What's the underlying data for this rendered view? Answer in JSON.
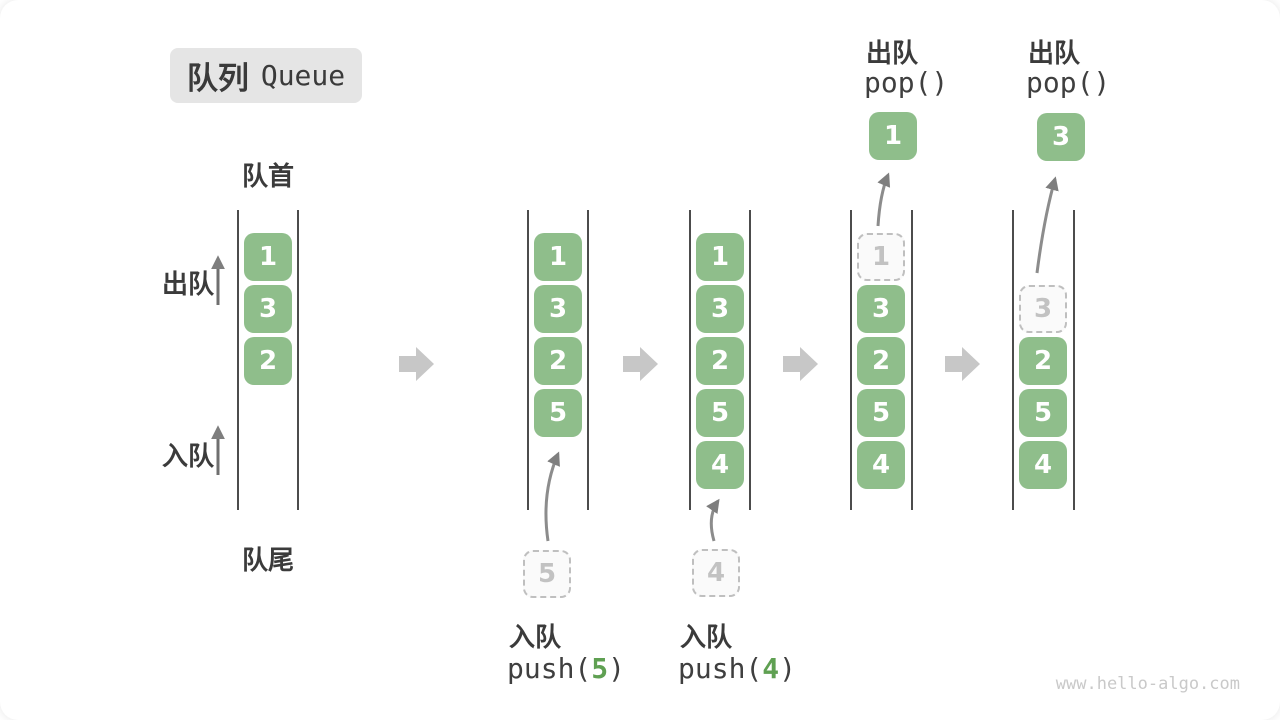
{
  "title": {
    "zh": "队列",
    "en": "Queue"
  },
  "labels": {
    "front": "队首",
    "rear": "队尾",
    "dequeue": "出队",
    "enqueue": "入队"
  },
  "columns": [
    {
      "boxes": [
        "1",
        "3",
        "2"
      ]
    },
    {
      "boxes": [
        "1",
        "3",
        "2",
        "5"
      ],
      "incoming": "5"
    },
    {
      "boxes": [
        "1",
        "3",
        "2",
        "5",
        "4"
      ],
      "incoming": "4"
    },
    {
      "boxes": [
        "3",
        "2",
        "5",
        "4"
      ],
      "ghost": "1",
      "popped": "1"
    },
    {
      "boxes": [
        "2",
        "5",
        "4"
      ],
      "ghost": "3",
      "popped": "3"
    }
  ],
  "annotations": {
    "push5": {
      "label": "入队",
      "prefix": "push(",
      "arg": "5",
      "suffix": ")"
    },
    "push4": {
      "label": "入队",
      "prefix": "push(",
      "arg": "4",
      "suffix": ")"
    },
    "pop1": {
      "label": "出队",
      "code": "pop()"
    },
    "pop2": {
      "label": "出队",
      "code": "pop()"
    }
  },
  "colors": {
    "element_green": "#8fbe8b",
    "arg_green": "#5fa052",
    "wall_gray": "#4c4c4c",
    "transition_arrow_gray": "#c7c7c7",
    "text_dark": "#3b3b3b",
    "ghost_gray": "#c2c2c2"
  },
  "watermark": "www.hello-algo.com"
}
